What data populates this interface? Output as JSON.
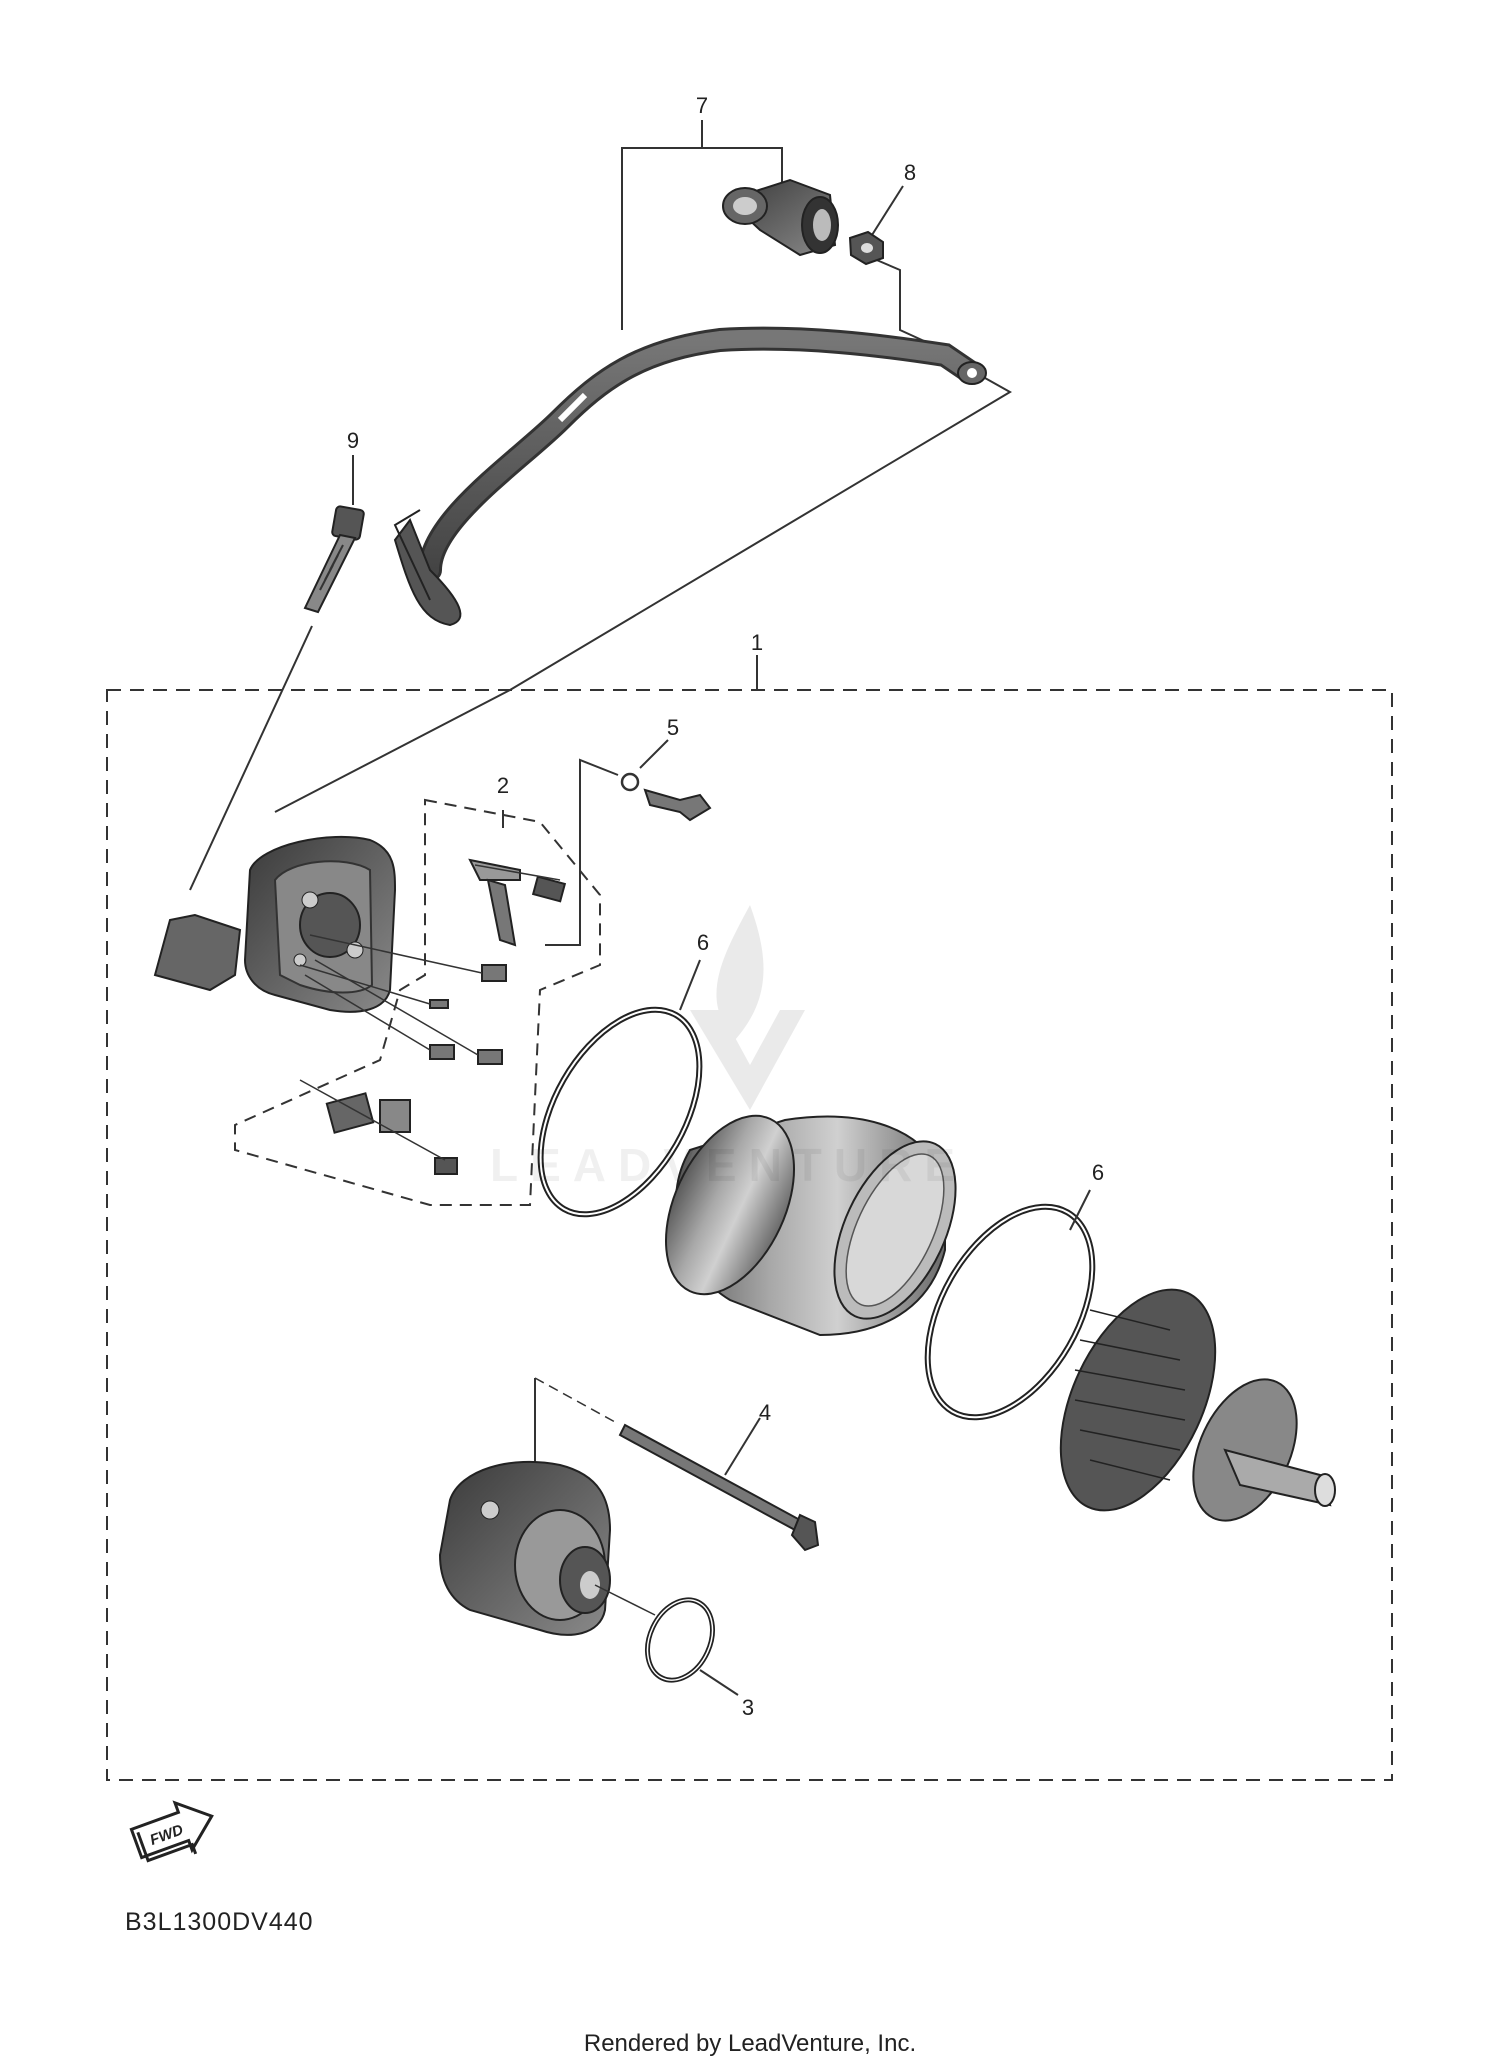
{
  "diagram": {
    "callouts": [
      "1",
      "2",
      "3",
      "4",
      "5",
      "6",
      "6",
      "7",
      "8",
      "9"
    ],
    "fwd_label": "FWD",
    "diagram_code": "B3L1300DV440",
    "watermark_text": "LEADVENTURE",
    "footer": "Rendered by LeadVenture, Inc."
  }
}
